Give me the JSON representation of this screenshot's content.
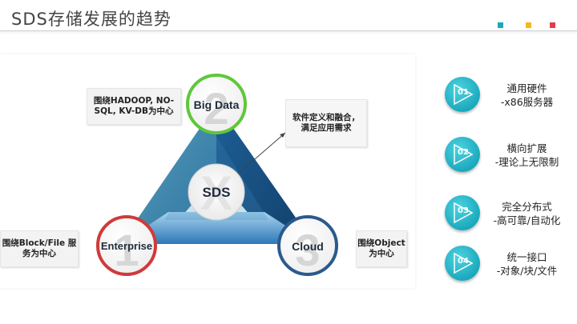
{
  "slide": {
    "title": "SDS存储发展的趋势",
    "accent_dots": [
      "#1aa9bd",
      "#f5b622",
      "#e23d4d"
    ]
  },
  "diagram": {
    "center_label": "SDS",
    "center_watermark": "X",
    "nodes": [
      {
        "label": "Big Data",
        "number": "2",
        "color": "#5fc73a"
      },
      {
        "label": "Enterprise",
        "number": "1",
        "color": "#d03a3a"
      },
      {
        "label": "Cloud",
        "number": "3",
        "color": "#2a5a8e"
      }
    ],
    "notes": {
      "bigdata": [
        "围绕HADOOP, NO-",
        "SQL, KV-DB为中心"
      ],
      "sdn": [
        "软件定义和融合，",
        "满足应用需求"
      ],
      "enterprise": [
        "围绕Block/File 服",
        "务为中心"
      ],
      "cloud": [
        "围绕Object",
        "为中心"
      ]
    }
  },
  "features": [
    {
      "num": "01",
      "line1": "通用硬件",
      "line2": "-x86服务器"
    },
    {
      "num": "02",
      "line1": "横向扩展",
      "line2": "-理论上无限制"
    },
    {
      "num": "03",
      "line1": "完全分布式",
      "line2": "-高可靠/自动化"
    },
    {
      "num": "04",
      "line1": "统一接口",
      "line2": "-对象/块/文件"
    }
  ]
}
